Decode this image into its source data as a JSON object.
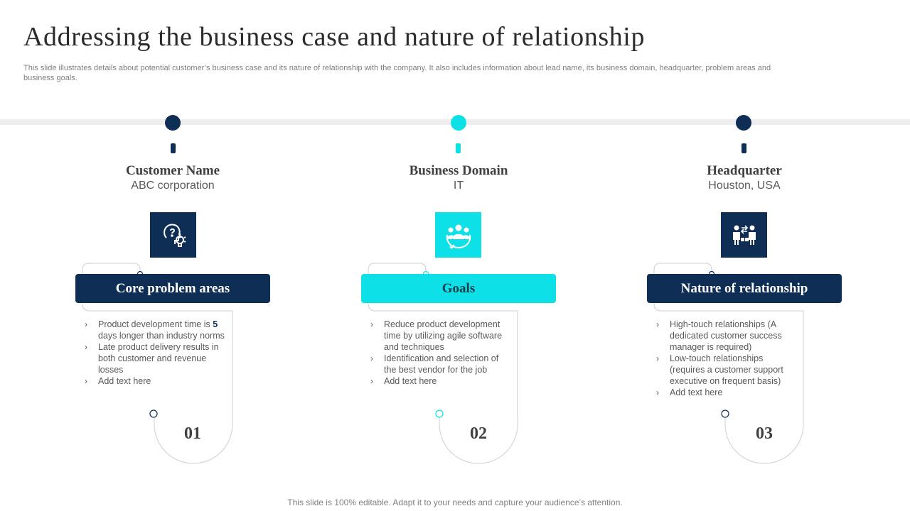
{
  "slide": {
    "title": "Addressing the business case and nature of relationship",
    "subtitle": "This slide illustrates details about potential customer’s business case and its nature of relationship with the company. It also includes information about lead name, its business domain, headquarter, problem areas and business goals.",
    "footer": "This slide is 100% editable. Adapt it to your needs and capture your audience’s attention."
  },
  "colors": {
    "navy": "#0e2e56",
    "teal": "#0de0e6",
    "track": "#eeeeee"
  },
  "columns": [
    {
      "label": "Customer Name",
      "value": "ABC corporation",
      "icon": "question-lightbulb-head-icon",
      "banner": "Core problem areas",
      "number": "01",
      "bullet1_pre": "Product development  time is ",
      "bullet1_hl": "5",
      "bullet1_post": " days longer than industry norms",
      "bullets": [
        "Late product delivery  results in both customer and revenue  losses",
        "Add text here"
      ]
    },
    {
      "label": "Business Domain",
      "value": "IT",
      "icon": "team-target-icon",
      "banner": "Goals",
      "number": "02",
      "bullets": [
        "Reduce product development time by utilizing agile software  and techniques",
        "Identification and selection of the best vendor  for the job",
        "Add text here"
      ]
    },
    {
      "label": "Headquarter",
      "value": "Houston,  USA",
      "icon": "business-people-exchange-icon",
      "banner": "Nature of relationship",
      "number": "03",
      "bullets": [
        "High-touch relationships (A dedicated customer success manager  is required)",
        "Low-touch relationships (requires  a customer support executive  on frequent  basis)",
        "Add text here"
      ]
    }
  ]
}
